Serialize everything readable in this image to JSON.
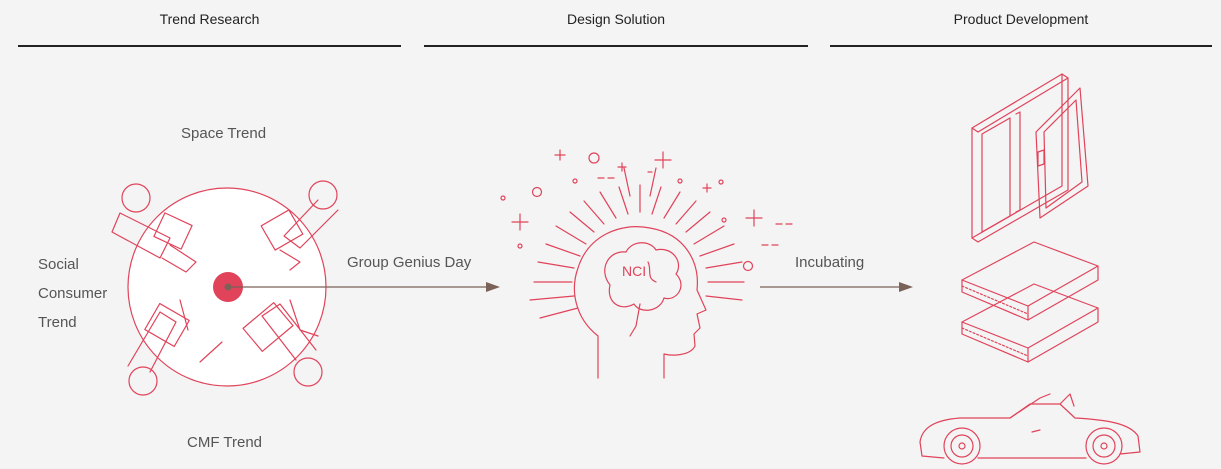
{
  "headers": [
    "Trend Research",
    "Design Solution",
    "Product Development"
  ],
  "research": {
    "top": "Space Trend",
    "left_lines": [
      "Social",
      "Consumer",
      "Trend"
    ],
    "bottom": "CMF Trend"
  },
  "arrow1": "Group Genius Day",
  "brain": "NCI",
  "arrow2": "Incubating",
  "colors": {
    "accent": "#e0435a",
    "arrow": "#7a6258",
    "rule": "#222222"
  }
}
